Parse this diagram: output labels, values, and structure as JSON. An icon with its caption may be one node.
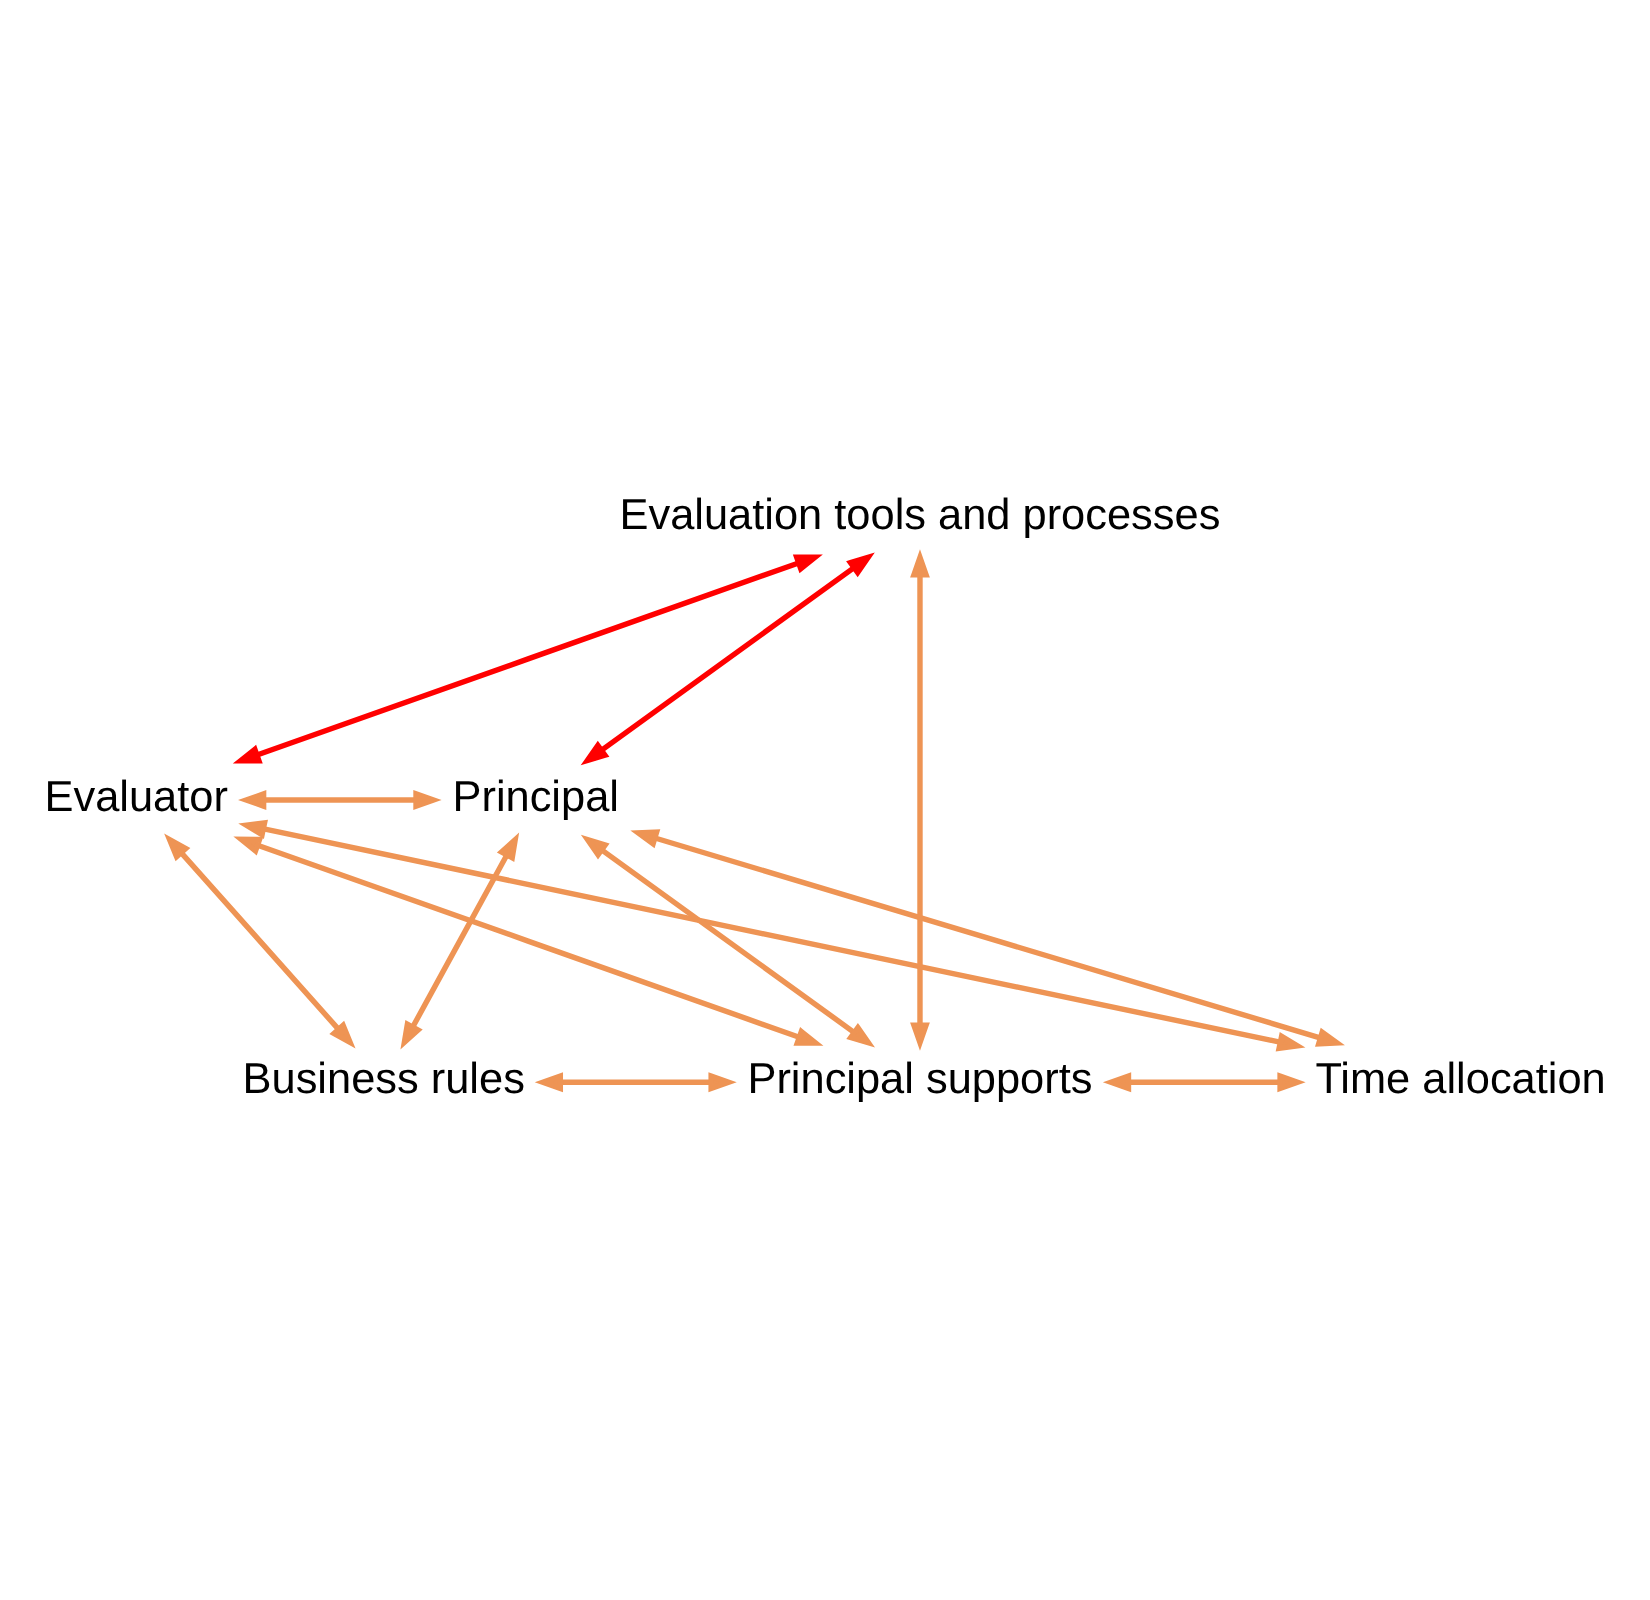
{
  "diagram": {
    "nodes": [
      {
        "text": [
          "Evaluation tools and processes"
        ]
      },
      {
        "text": [
          "Evaluator"
        ]
      },
      {
        "text": [
          "Principal"
        ]
      },
      {
        "text": [
          "Business rules"
        ]
      },
      {
        "text": [
          "Principal supports"
        ]
      },
      {
        "text": [
          "Time allocation"
        ]
      }
    ],
    "edges": [
      {
        "from": 0,
        "to": 1,
        "arrow": "both",
        "color": "#ff0000"
      },
      {
        "from": 0,
        "to": 2,
        "arrow": "both",
        "color": "#ff0000"
      },
      {
        "from": 0,
        "to": 4,
        "arrow": "both"
      },
      {
        "from": 1,
        "to": 2,
        "arrow": "both"
      },
      {
        "from": 1,
        "to": 3,
        "arrow": "both"
      },
      {
        "from": 1,
        "to": 4,
        "arrow": "both"
      },
      {
        "from": 1,
        "to": 5,
        "arrow": "both"
      },
      {
        "from": 2,
        "to": 3,
        "arrow": "both"
      },
      {
        "from": 2,
        "to": 4,
        "arrow": "both"
      },
      {
        "from": 2,
        "to": 5,
        "arrow": "both"
      },
      {
        "from": 3,
        "to": 4,
        "arrow": "both"
      },
      {
        "from": 4,
        "to": 5,
        "arrow": "both"
      }
    ]
  }
}
